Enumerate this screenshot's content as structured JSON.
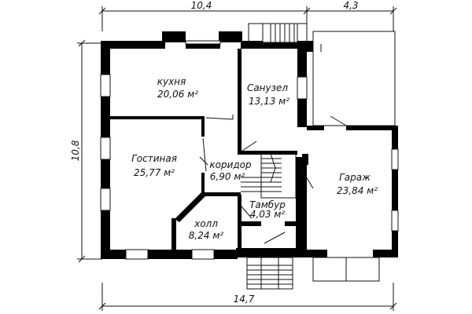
{
  "rooms": {
    "kitchen": {
      "name": "кухня",
      "area": "20,06 м²"
    },
    "bathroom": {
      "name": "Санузел",
      "area": "13,13 м²"
    },
    "living": {
      "name": "Гостиная",
      "area": "25,77 м²"
    },
    "corridor": {
      "name": "коридор",
      "area": "6,90 м²"
    },
    "garage": {
      "name": "Гараж",
      "area": "23,84 м²"
    },
    "vestibule": {
      "name": "Тамбур",
      "area": "4,03 м²"
    },
    "hall": {
      "name": "холл",
      "area": "8,24 м²"
    }
  },
  "dimensions": {
    "top_house": "10,4",
    "top_garage": "4,3",
    "left_height": "10,8",
    "bottom_total": "14,7"
  }
}
